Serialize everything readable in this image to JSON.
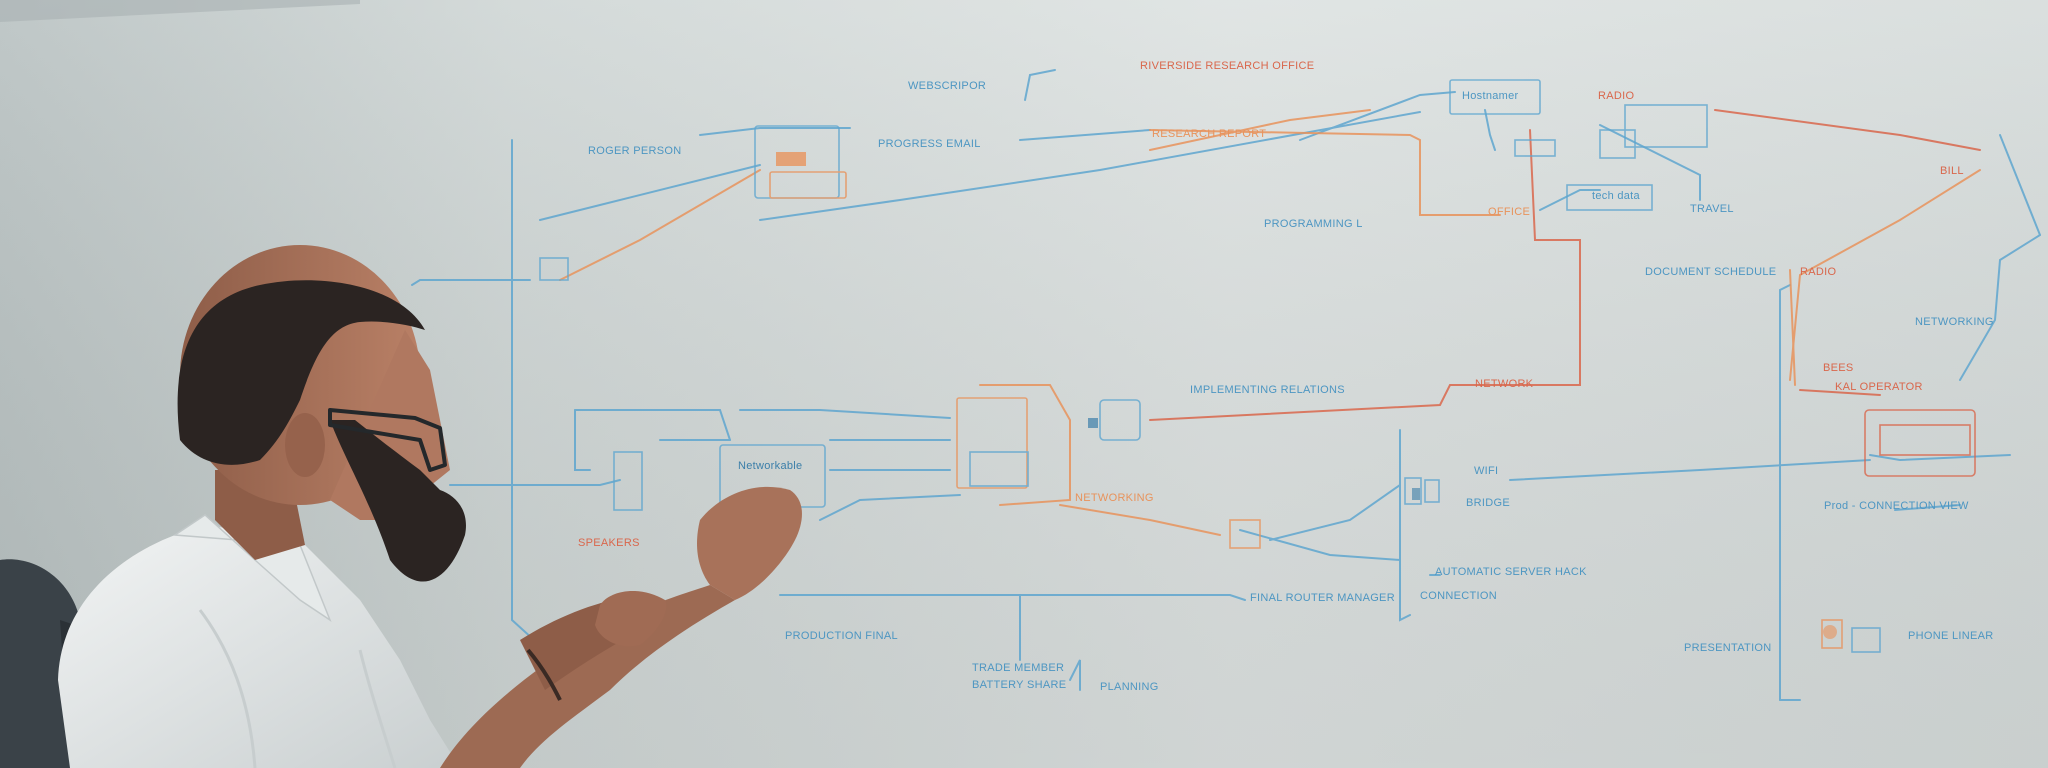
{
  "scene": {
    "description_free": true,
    "colors": {
      "wall_light": "#dfe4e3",
      "wall_shadow": "#b7bfc0",
      "blue_ink": "#5fa6cf",
      "orange_ink": "#e8935c",
      "red_ink": "#d9674c",
      "shirt": "#eef1f1",
      "skin": "#a8725a",
      "hair": "#2b2422",
      "chair": "#3a4248"
    },
    "whiteboard_labels": [
      {
        "id": "t1",
        "text": "WEBSCRIPOR"
      },
      {
        "id": "t2",
        "text": "RIVERSIDE RESEARCH OFFICE"
      },
      {
        "id": "t3",
        "text": "ROGER PERSON"
      },
      {
        "id": "t4",
        "text": "PROGRESS EMAIL"
      },
      {
        "id": "t5",
        "text": "RESEARCH REPORT"
      },
      {
        "id": "t6",
        "text": "Hostnamer"
      },
      {
        "id": "t7",
        "text": "RADIO"
      },
      {
        "id": "t8",
        "text": "PROGRAMMING L"
      },
      {
        "id": "t9",
        "text": "OFFICE"
      },
      {
        "id": "t10",
        "text": "TRAVEL"
      },
      {
        "id": "t11",
        "text": "tech data"
      },
      {
        "id": "t12",
        "text": "BILL"
      },
      {
        "id": "t13",
        "text": "DOCUMENT SCHEDULE"
      },
      {
        "id": "t14",
        "text": "RADIO"
      },
      {
        "id": "t15",
        "text": "NETWORKING"
      },
      {
        "id": "t16",
        "text": "IMPLEMENTING RELATIONS"
      },
      {
        "id": "t17",
        "text": "NETWORK"
      },
      {
        "id": "t18",
        "text": "BEES"
      },
      {
        "id": "t19",
        "text": "KAL OPERATOR"
      },
      {
        "id": "t20",
        "text": "Networkable"
      },
      {
        "id": "t21",
        "text": "SPEAKERS"
      },
      {
        "id": "t22",
        "text": "WIFI"
      },
      {
        "id": "t23",
        "text": "BRIDGE"
      },
      {
        "id": "t24",
        "text": "Prod - CONNECTION VIEW"
      },
      {
        "id": "t25",
        "text": "NETWORKING"
      },
      {
        "id": "t26",
        "text": "AUTOMATIC SERVER HACK"
      },
      {
        "id": "t27",
        "text": "FINAL ROUTER MANAGER"
      },
      {
        "id": "t28",
        "text": "CONNECTION"
      },
      {
        "id": "t29",
        "text": "PRODUCTION FINAL"
      },
      {
        "id": "t30",
        "text": "TRADE MEMBER"
      },
      {
        "id": "t31",
        "text": "BATTERY SHARE"
      },
      {
        "id": "t32",
        "text": "PLANNING"
      },
      {
        "id": "t33",
        "text": "PRESENTATION"
      },
      {
        "id": "t34",
        "text": "PHONE LINEAR"
      }
    ]
  }
}
